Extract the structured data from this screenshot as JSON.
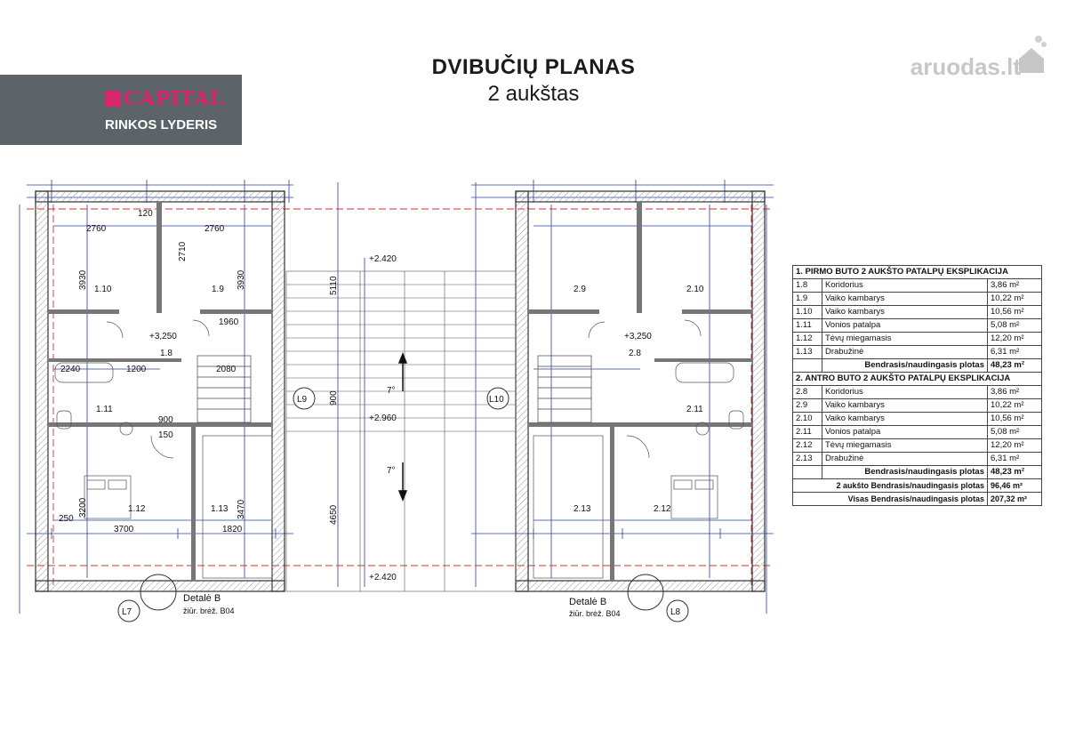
{
  "title": "DVIBUČIŲ PLANAS",
  "subtitle": "2 aukštas",
  "brand": {
    "logo_text": "CAPITAL",
    "tagline": "RINKOS LYDERIS"
  },
  "watermark": "aruodas.lt",
  "plan_labels": {
    "rooms_left": [
      "1.10",
      "1.9",
      "1.8",
      "1.11",
      "1.12",
      "1.13"
    ],
    "rooms_right": [
      "2.9",
      "2.10",
      "2.8",
      "2.11",
      "2.13",
      "2.12"
    ],
    "axes": [
      "L9",
      "L10",
      "L7",
      "L8"
    ],
    "levels": [
      "+2.420",
      "+2.960",
      "+2.420",
      "+3,250",
      "+3,250"
    ],
    "dims": [
      "2760",
      "2760",
      "120",
      "3930",
      "3930",
      "2710",
      "1960",
      "2240",
      "1200",
      "2080",
      "900",
      "150",
      "3200",
      "3700",
      "1820",
      "250",
      "3470",
      "4650",
      "5110",
      "900"
    ],
    "detail_left": "Detalė B",
    "detail_left_ref": "žiūr. brėž. B04",
    "detail_right": "Detalė B",
    "detail_right_ref": "žiūr. brėž. B04",
    "stair_slope_up": "7°",
    "stair_slope_down": "7°"
  },
  "table": {
    "section1": {
      "heading": "1. PIRMO BUTO 2 AUKŠTO PATALPŲ EKSPLIKACIJA",
      "rows": [
        {
          "no": "1.8",
          "name": "Koridorius",
          "area": "3,86 m²"
        },
        {
          "no": "1.9",
          "name": "Vaiko kambarys",
          "area": "10,22 m²"
        },
        {
          "no": "1.10",
          "name": "Vaiko kambarys",
          "area": "10,56 m²"
        },
        {
          "no": "1.11",
          "name": "Vonios patalpa",
          "area": "5,08 m²"
        },
        {
          "no": "1.12",
          "name": "Tėvų miegamasis",
          "area": "12,20 m²"
        },
        {
          "no": "1.13",
          "name": "Drabužinė",
          "area": "6,31 m²"
        }
      ],
      "total_label": "Bendrasis/naudingasis plotas",
      "total_value": "48,23 m²"
    },
    "section2": {
      "heading": "2. ANTRO BUTO 2 AUKŠTO PATALPŲ EKSPLIKACIJA",
      "rows": [
        {
          "no": "2.8",
          "name": "Koridorius",
          "area": "3,86 m²"
        },
        {
          "no": "2.9",
          "name": "Vaiko kambarys",
          "area": "10,22 m²"
        },
        {
          "no": "2.10",
          "name": "Vaiko kambarys",
          "area": "10,56 m²"
        },
        {
          "no": "2.11",
          "name": "Vonios patalpa",
          "area": "5,08 m²"
        },
        {
          "no": "2.12",
          "name": "Tėvų miegamasis",
          "area": "12,20 m²"
        },
        {
          "no": "2.13",
          "name": "Drabužinė",
          "area": "6,31 m²"
        }
      ],
      "total_label": "Bendrasis/naudingasis plotas",
      "total_value": "48,23 m²"
    },
    "floor_total_label": "2 aukšto Bendrasis/naudingasis plotas",
    "floor_total_value": "96,46 m²",
    "grand_total_label": "Visas Bendrasis/naudingasis plotas",
    "grand_total_value": "207,32 m²"
  },
  "colors": {
    "brand_bg": "#5d6469",
    "brand_accent": "#d9246f",
    "dimension_blue": "#2a3f9e",
    "red_line": "#d4312c"
  }
}
